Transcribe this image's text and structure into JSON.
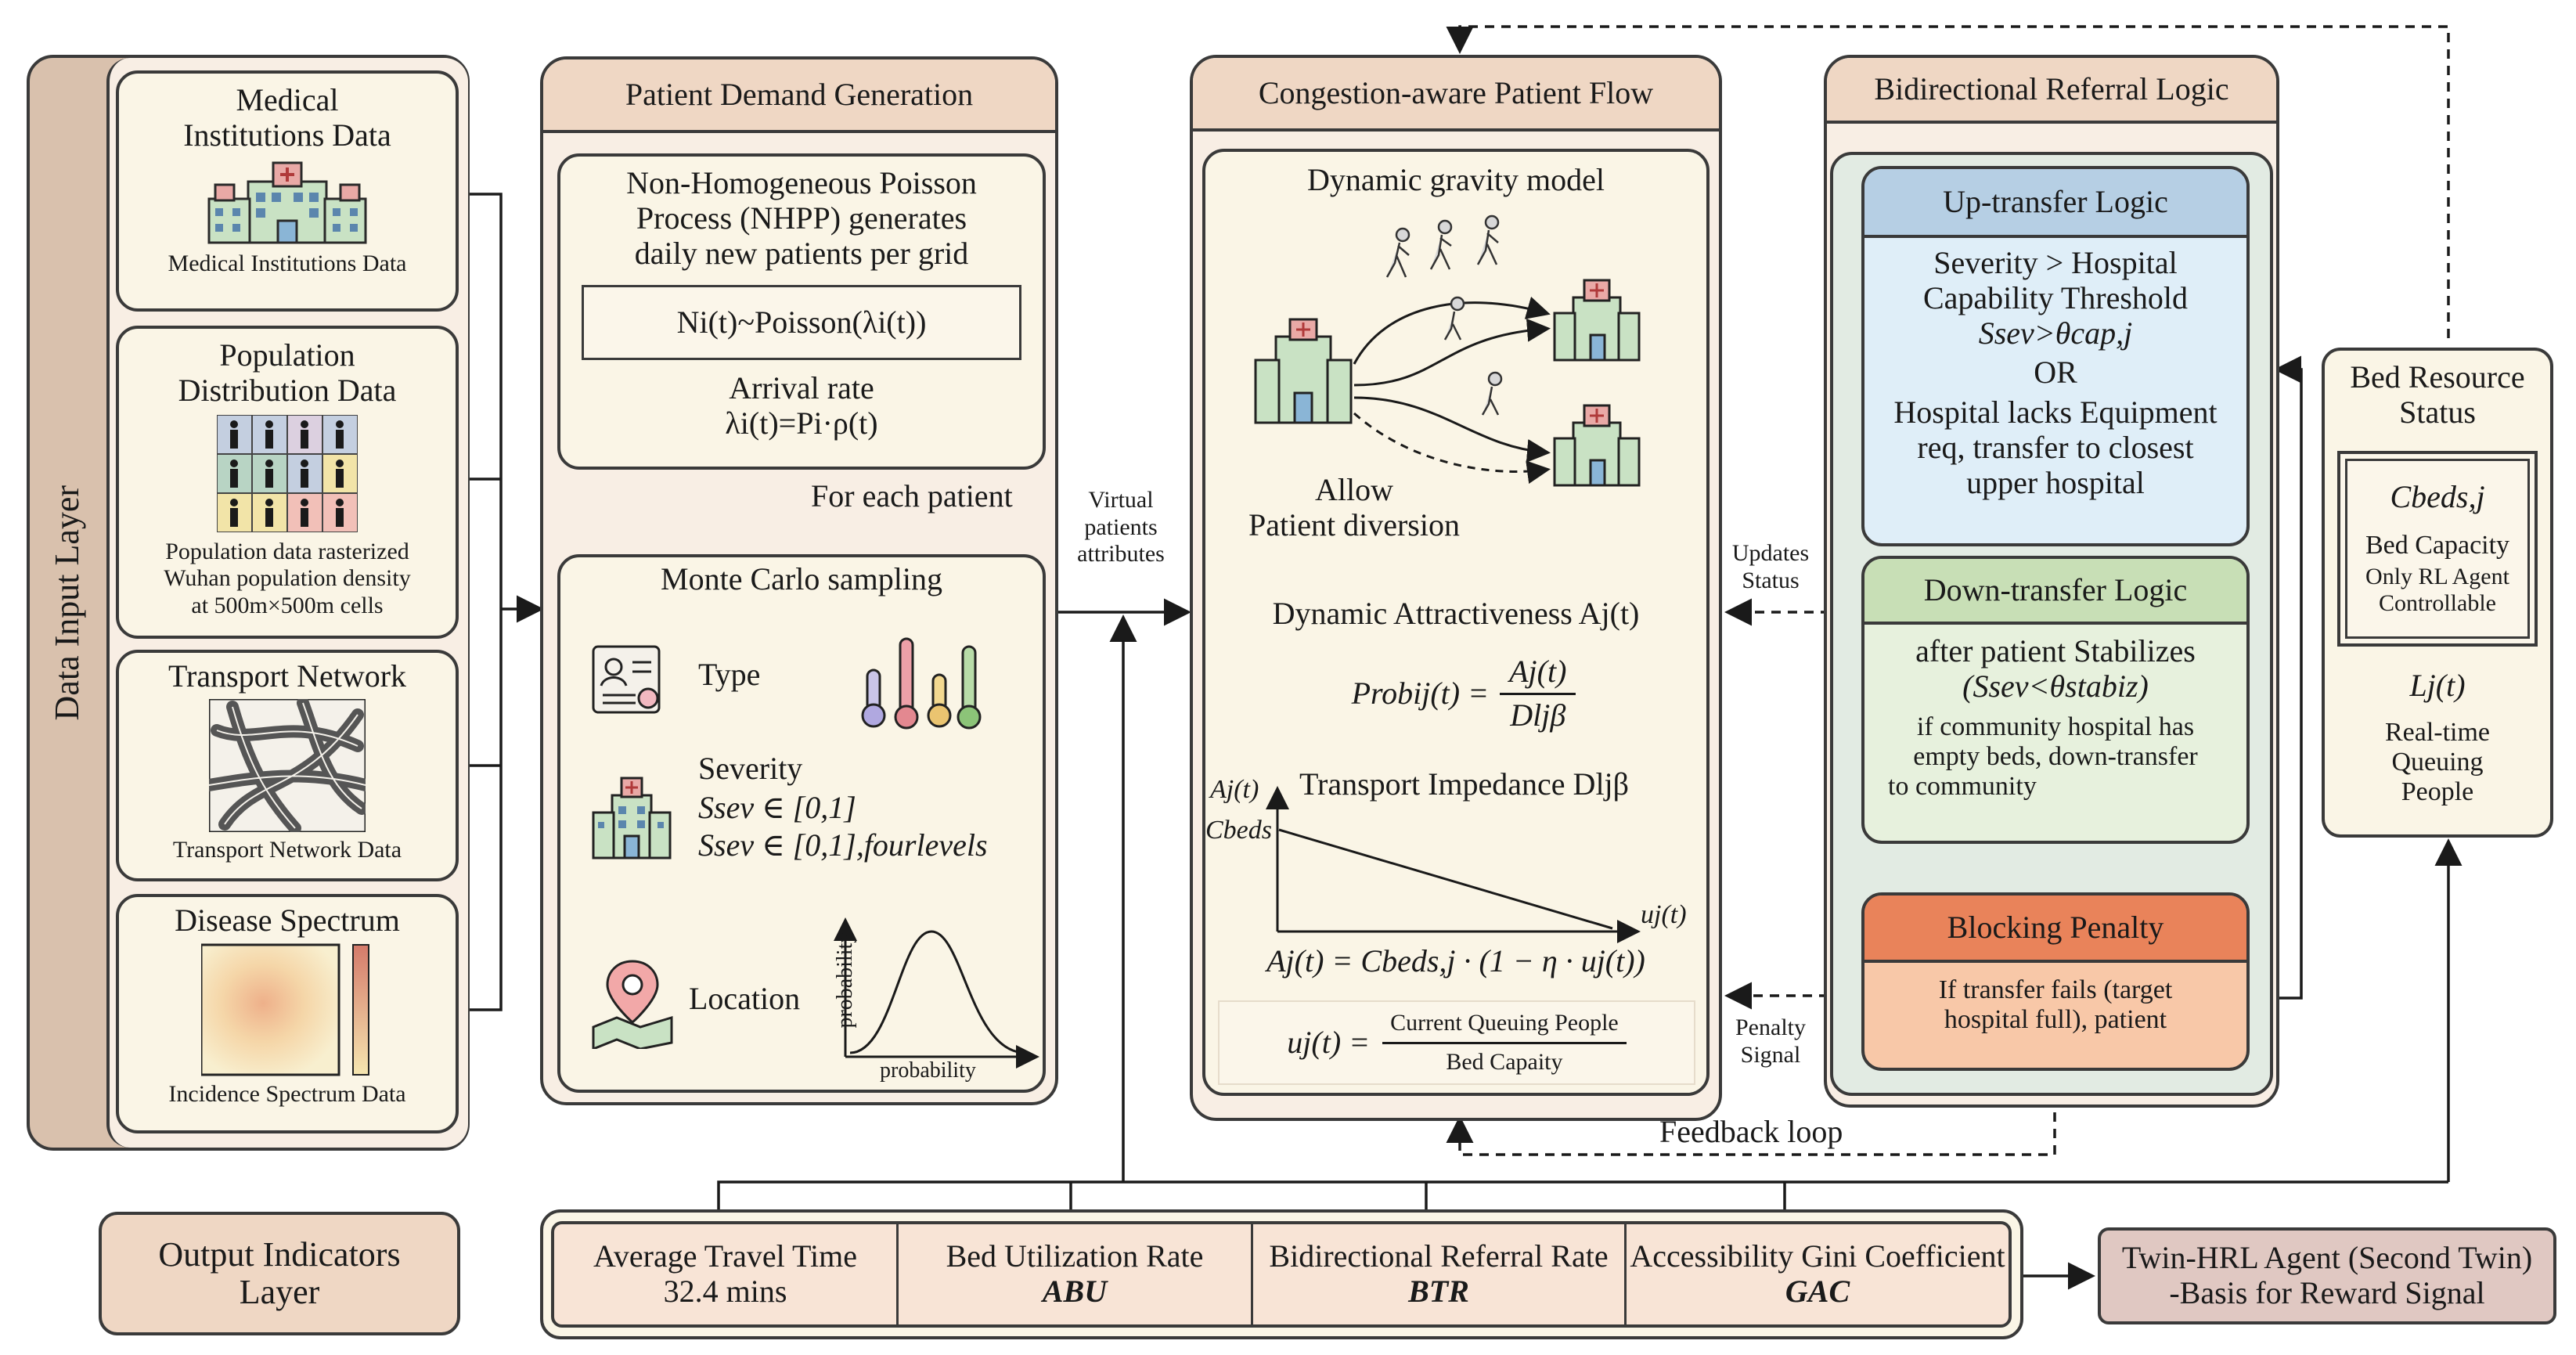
{
  "data_input_layer": {
    "title": "Data Input Layer",
    "medical": {
      "title": "Medical Institutions Data",
      "caption": "Medical Institutions Data",
      "icon": "hospital-icon"
    },
    "population": {
      "title": "Population Distribution Data",
      "caption_line1": "Population data rasterized",
      "caption_line2": "Wuhan population density",
      "caption_line3": "at 500m×500m cells",
      "icon": "population-grid-icon"
    },
    "transport": {
      "title": "Transport Network",
      "caption": "Transport Network Data",
      "icon": "road-network-icon"
    },
    "disease": {
      "title": "Disease Spectrum",
      "caption": "Incidence Spectrum Data",
      "icon": "heatmap-icon"
    }
  },
  "demand": {
    "title": "Patient Demand Generation",
    "nhpp_line1": "Non-Homogeneous Poisson",
    "nhpp_line2": "Process (NHPP) generates",
    "nhpp_line3": "daily new patients per grid",
    "nhpp_formula": "Ni(t)~Poisson(λi(t))",
    "arrival_label": "Arrival rate",
    "arrival_formula": "λi(t)=Pi·ρ(t)",
    "for_each": "For each patient",
    "mc_title": "Monte Carlo sampling",
    "type_label": "Type",
    "severity_label": "Severity",
    "severity_line1": "Ssev ∈ [0,1]",
    "severity_line2": "Ssev ∈ [0,1],fourlevels",
    "location_label": "Location",
    "dist_ylabel": "probability",
    "dist_xlabel": "probability"
  },
  "virtual_label": {
    "line1": "Virtual",
    "line2": "patients",
    "line3": "attributes"
  },
  "flow": {
    "title": "Congestion-aware Patient Flow",
    "gravity_title": "Dynamic gravity model",
    "allow_line1": "Allow",
    "allow_line2": "Patient diversion",
    "attract_label": "Dynamic Attractiveness Aj(t)",
    "prob_lhs": "Probij(t) =",
    "prob_num": "Aj(t)",
    "prob_den": "Dljβ",
    "impedance_label": "Transport Impedance Dljβ",
    "y_axis_top": "Aj(t)",
    "y_axis_bottom": "Cbeds",
    "x_axis": "uj(t)",
    "attract_formula": "Aj(t) = Cbeds,j · (1 − η · uj(t))",
    "u_lhs": "uj(t) =",
    "u_num": "Current Queuing People",
    "u_den": "Bed Capaity"
  },
  "updates_label": {
    "line1": "Updates",
    "line2": "Status"
  },
  "penalty_label": {
    "line1": "Penalty",
    "line2": "Signal"
  },
  "feedback_label": "Feedback loop",
  "referral": {
    "title": "Bidirectional Referral Logic",
    "up_title": "Up-transfer Logic",
    "up_line1": "Severity > Hospital",
    "up_line2": "Capability Threshold",
    "up_formula": "Ssev>θcap,j",
    "up_or": "OR",
    "up_line3": "Hospital lacks Equipment",
    "up_line4": "req, transfer to closest",
    "up_line5": "upper hospital",
    "down_title": "Down-transfer Logic",
    "down_line1": "after patient Stabilizes",
    "down_formula": "(Ssev<θstabiz)",
    "down_line2": "if community hospital has",
    "down_line3": "empty beds, down-transfer",
    "down_line4": "to community",
    "block_title": "Blocking Penalty",
    "block_line1": "If transfer fails (target",
    "block_line2": "hospital full), patient"
  },
  "bed": {
    "title_line1": "Bed Resource",
    "title_line2": "Status",
    "cbeds": "Cbeds,j",
    "capacity": "Bed Capacity",
    "only_line1": "Only RL Agent",
    "only_line2": "Controllable",
    "lj": "Lj(t)",
    "queue_line1": "Real-time",
    "queue_line2": "Queuing",
    "queue_line3": "People"
  },
  "output": {
    "title_line1": "Output Indicators",
    "title_line2": "Layer",
    "items": [
      {
        "label": "Average Travel Time",
        "value": "32.4 mins"
      },
      {
        "label": "Bed Utilization Rate",
        "value": "ABU"
      },
      {
        "label": "Bidirectional Referral Rate",
        "value": "BTR"
      },
      {
        "label": "Accessibility Gini Coefficient",
        "value": "GAC"
      }
    ],
    "agent_line1": "Twin-HRL Agent (Second Twin)",
    "agent_line2": "-Basis for Reward Signal"
  },
  "colors": {
    "panel_fill": "#f8eee4",
    "header_fill": "#efd7c4",
    "card_fill": "#faf5e6",
    "referral_fill": "#e2ebe3",
    "up_fill": "#dfeef8",
    "up_header": "#b6cfe4",
    "down_fill": "#e7f1dd",
    "down_header": "#c8dfb6",
    "block_header": "#e9835a",
    "block_fill": "#f8c8a8",
    "agent_fill": "#e0c8c2",
    "stroke": "#3a3a3a"
  }
}
